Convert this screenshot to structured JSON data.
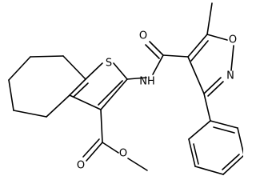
{
  "labels": {
    "S": "S",
    "O_carbonyl_amide": "O",
    "O_isoxazole": "O",
    "N_isoxazole": "N",
    "NH": "NH",
    "O_ester_carbonyl": "O",
    "O_ester": "O"
  },
  "colors": {
    "bond": "#000000",
    "background": "#ffffff"
  }
}
